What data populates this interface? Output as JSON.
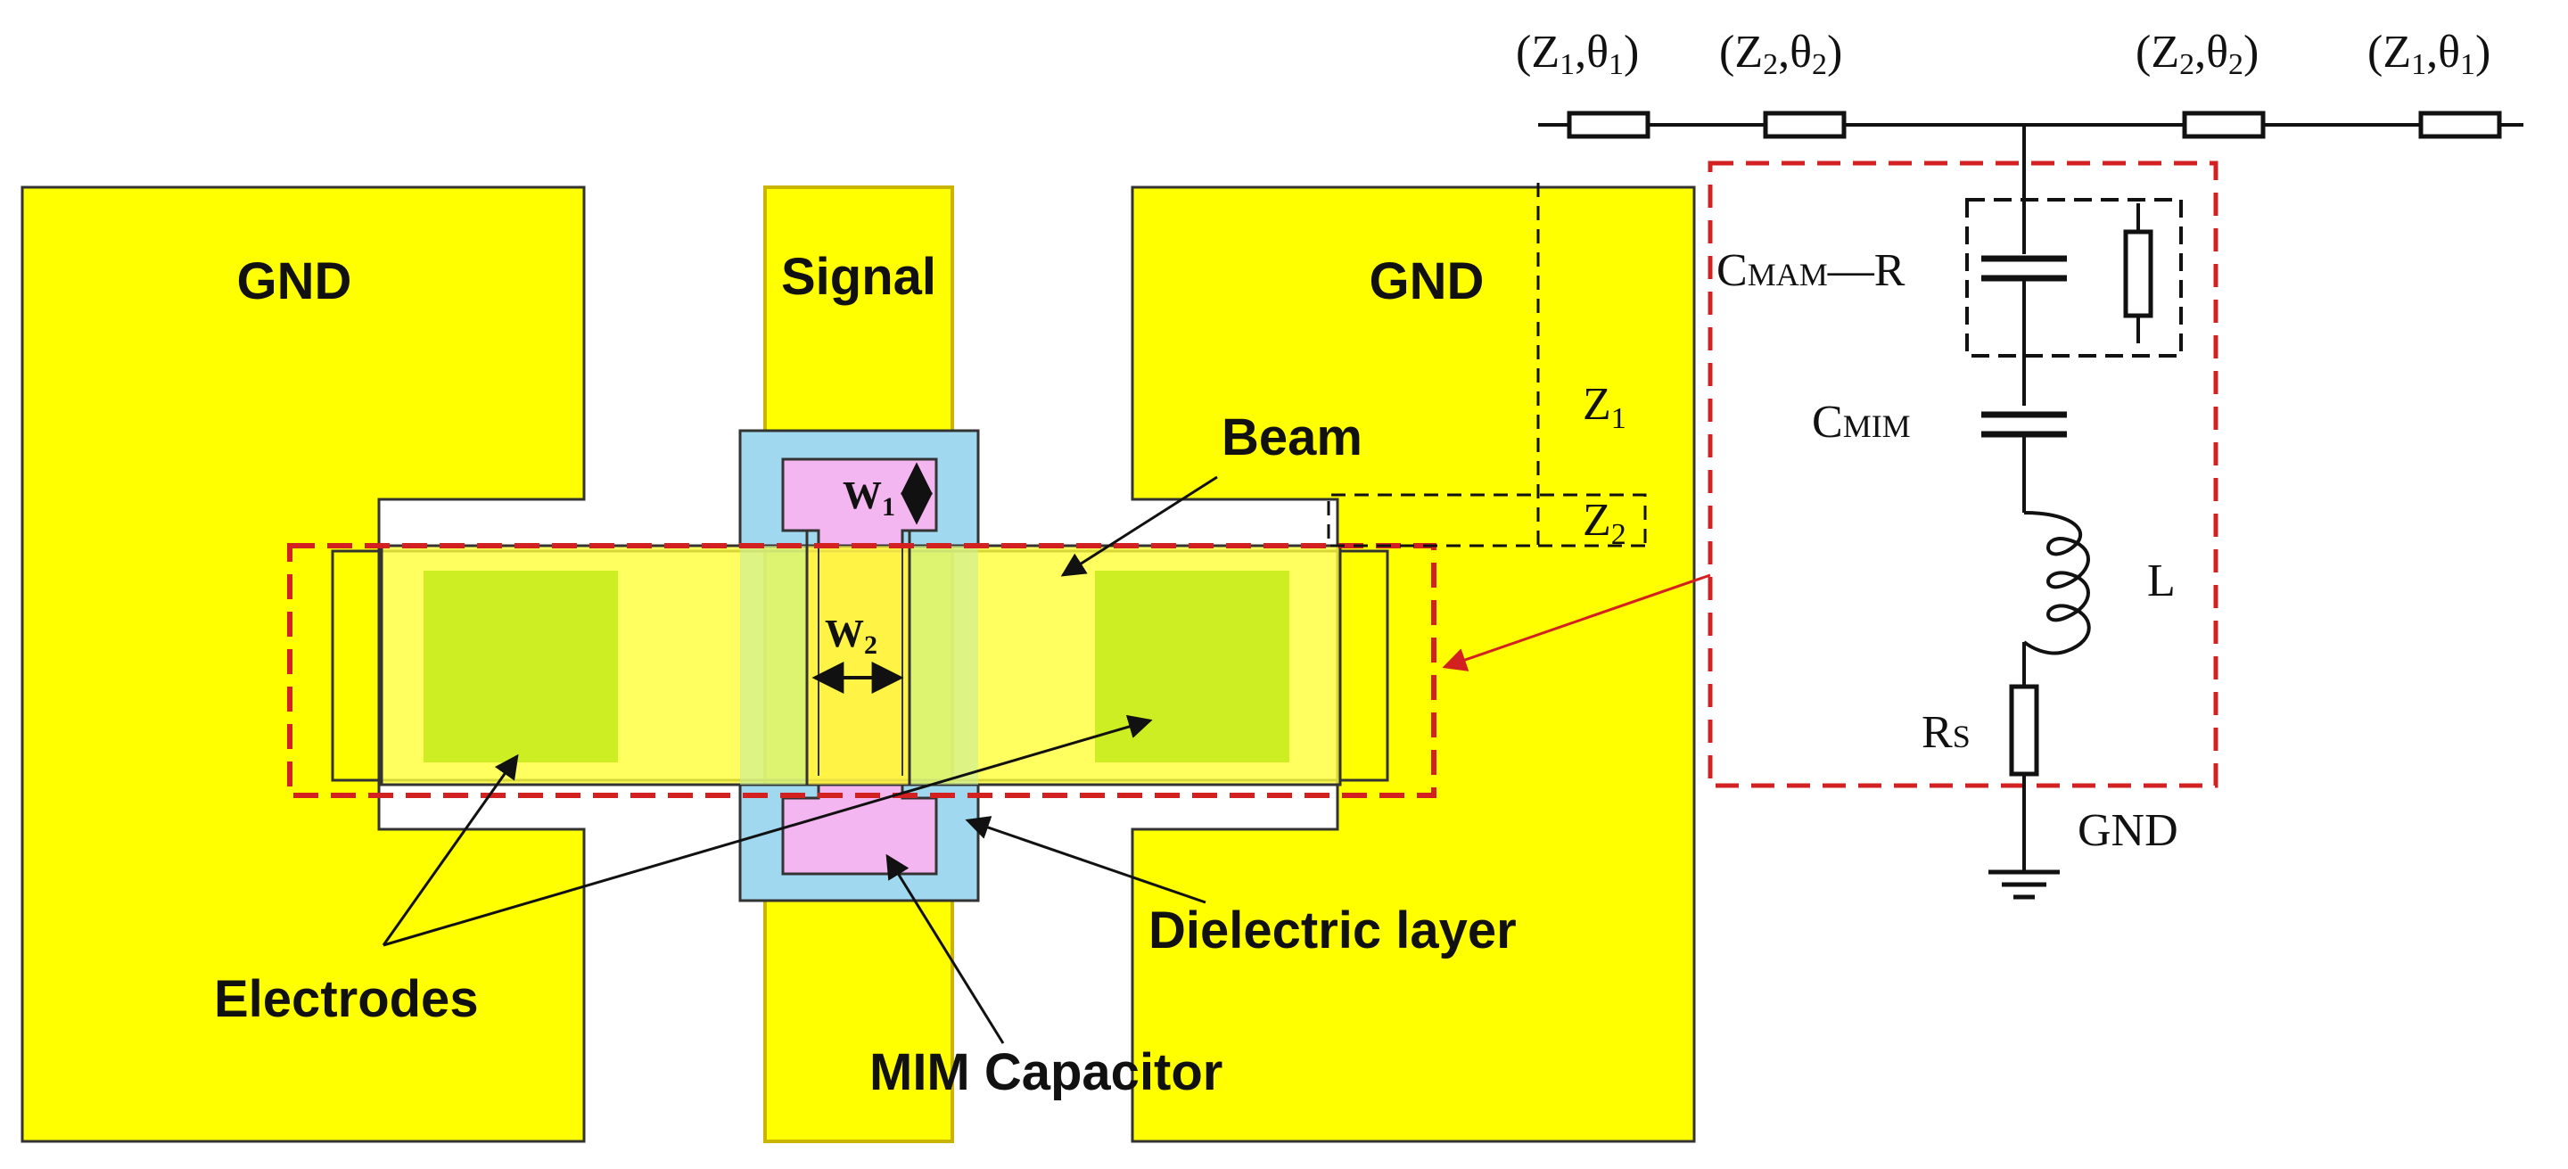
{
  "colors": {
    "gold": "#ffff00",
    "gold_border": "#c9b500",
    "cyan": "#9fd8ef",
    "pink": "#f4b6f0",
    "electrode": "#cdee22",
    "red_dash": "#d32020",
    "black": "#111111"
  },
  "layout_labels": {
    "gnd_left": "GND",
    "signal": "Signal",
    "gnd_right": "GND",
    "beam": "Beam",
    "w1_main": "W",
    "w1_sub": "1",
    "w2_main": "W",
    "w2_sub": "2",
    "electrodes": "Electrodes",
    "dielectric": "Dielectric layer",
    "mim": "MIM Capacitor"
  },
  "circuit": {
    "tl1": {
      "open": "(Z",
      "sub1": "1",
      "mid": ",θ",
      "sub2": "1",
      "close": ")"
    },
    "tl2": {
      "open": "(Z",
      "sub1": "2",
      "mid": ",θ",
      "sub2": "2",
      "close": ")"
    },
    "tl3": {
      "open": "(Z",
      "sub1": "2",
      "mid": ",θ",
      "sub2": "2",
      "close": ")"
    },
    "tl4": {
      "open": "(Z",
      "sub1": "1",
      "mid": ",θ",
      "sub2": "1",
      "close": ")"
    },
    "z1_main": "Z",
    "z1_sub": "1",
    "z2_main": "Z",
    "z2_sub": "2",
    "cmam_main": "C",
    "cmam_sub": "MAM",
    "cmam_tail": "—R",
    "cmim_main": "C",
    "cmim_sub": "MIM",
    "inductor": "L",
    "rs_main": "R",
    "rs_sub": "S",
    "gnd": "GND"
  }
}
